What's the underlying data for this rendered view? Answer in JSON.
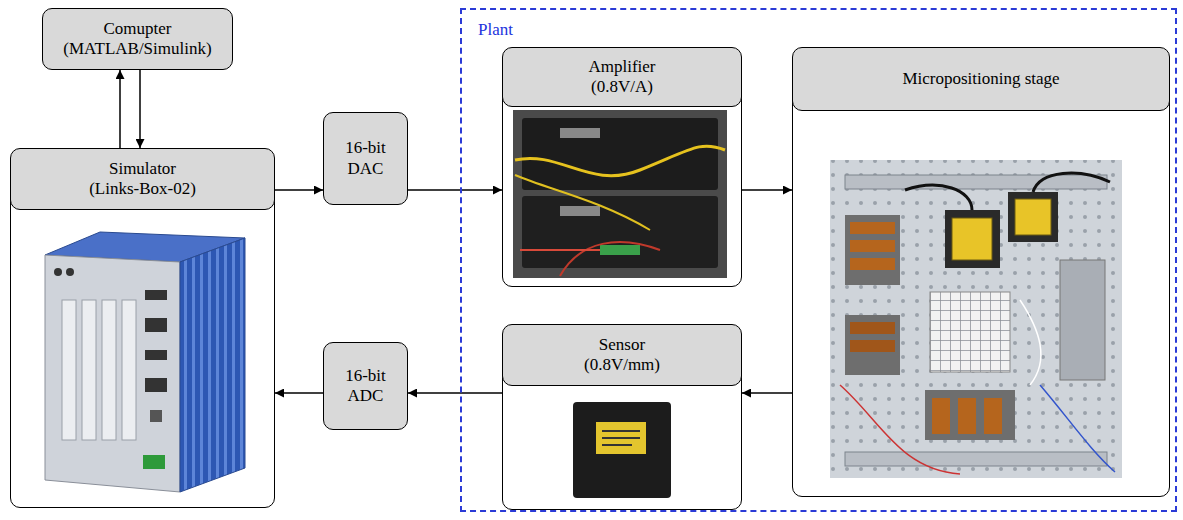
{
  "diagram": {
    "nodes": [
      {
        "text": [
          "Comupter (MATLAB/Simulink)"
        ]
      },
      {
        "text": [
          "Simulator (Links-Box-02)"
        ]
      },
      {
        "text": [
          "16-bit DAC"
        ]
      },
      {
        "text": [
          "16-bit ADC"
        ]
      },
      {
        "text": [
          "Plant"
        ]
      },
      {
        "text": [
          "Amplifier (0.8V/A)"
        ],
        "in": 4
      },
      {
        "text": [
          "Micropositioning stage"
        ],
        "in": 4
      },
      {
        "text": [
          "Sensor (0.8V/mm)"
        ],
        "in": 4
      }
    ],
    "edges": [
      {
        "from": 1,
        "to": 0,
        "arrow": "to"
      },
      {
        "from": 0,
        "to": 1,
        "arrow": "to"
      },
      {
        "from": 1,
        "to": 2,
        "arrow": "to"
      },
      {
        "from": 2,
        "to": 5,
        "arrow": "to"
      },
      {
        "from": 5,
        "to": 6,
        "arrow": "to"
      },
      {
        "from": 6,
        "to": 7,
        "arrow": "to"
      },
      {
        "from": 7,
        "to": 3,
        "arrow": "to"
      },
      {
        "from": 3,
        "to": 1,
        "arrow": "to"
      }
    ]
  }
}
